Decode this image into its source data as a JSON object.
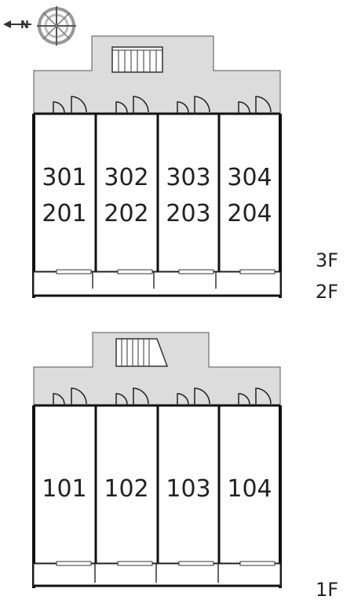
{
  "compass": {
    "north_label": "N",
    "icon": "compass-icon"
  },
  "upper_plan": {
    "units_top": [
      "301",
      "302",
      "303",
      "304"
    ],
    "units_bottom": [
      "201",
      "202",
      "203",
      "204"
    ],
    "floor_labels": [
      "3F",
      "2F"
    ]
  },
  "lower_plan": {
    "units": [
      "101",
      "102",
      "103",
      "104"
    ],
    "floor_labels": [
      "1F"
    ]
  },
  "colors": {
    "corridor": "#dcdcdc",
    "wall": "#111111",
    "line": "#555555"
  }
}
